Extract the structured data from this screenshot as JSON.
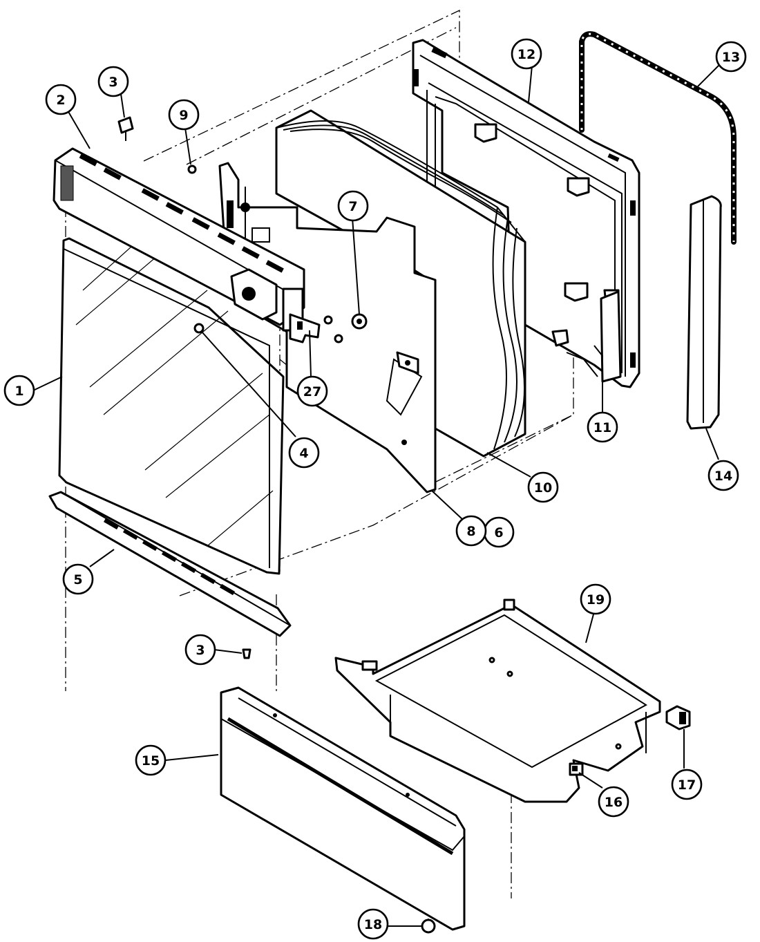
{
  "callouts": [
    {
      "id": "c1",
      "label": "1"
    },
    {
      "id": "c2",
      "label": "2"
    },
    {
      "id": "c3a",
      "label": "3"
    },
    {
      "id": "c3b",
      "label": "3"
    },
    {
      "id": "c4",
      "label": "4"
    },
    {
      "id": "c5",
      "label": "5"
    },
    {
      "id": "c6",
      "label": "6"
    },
    {
      "id": "c7",
      "label": "7"
    },
    {
      "id": "c8",
      "label": "8"
    },
    {
      "id": "c9",
      "label": "9"
    },
    {
      "id": "c10",
      "label": "10"
    },
    {
      "id": "c11",
      "label": "11"
    },
    {
      "id": "c12",
      "label": "12"
    },
    {
      "id": "c13",
      "label": "13"
    },
    {
      "id": "c14",
      "label": "14"
    },
    {
      "id": "c15",
      "label": "15"
    },
    {
      "id": "c16",
      "label": "16"
    },
    {
      "id": "c17",
      "label": "17"
    },
    {
      "id": "c18",
      "label": "18"
    },
    {
      "id": "c19",
      "label": "19"
    },
    {
      "id": "c27",
      "label": "27"
    }
  ]
}
